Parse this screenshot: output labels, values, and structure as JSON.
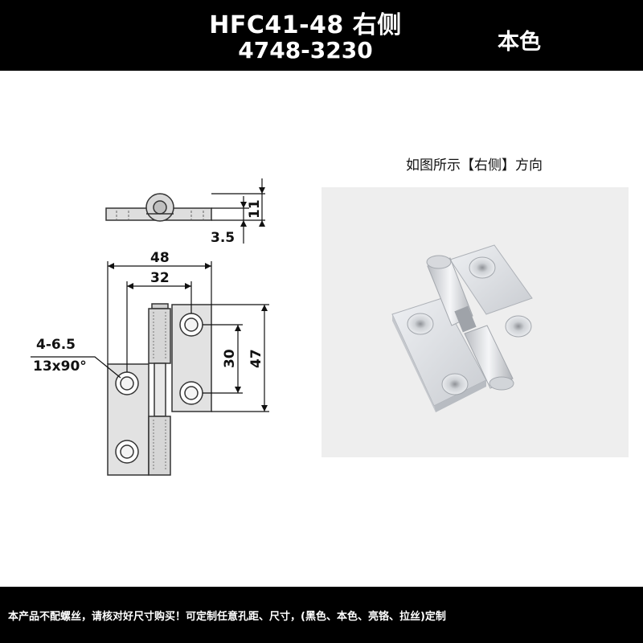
{
  "header": {
    "model": "HFC41-48  右侧",
    "part_number": "4748-3230",
    "finish": "本色"
  },
  "drawing": {
    "dims": {
      "height": "11",
      "thickness": "3.5",
      "overall_width": "48",
      "hole_spacing_x": "32",
      "hole_spacing_y": "30",
      "overall_height": "47",
      "hole_spec_line1": "4-6.5",
      "hole_spec_line2": "13x90°"
    }
  },
  "photo": {
    "caption": "如图所示【右侧】方向"
  },
  "footer": {
    "notice": "本产品不配螺丝，请核对好尺寸购买！可定制任意孔距、尺寸，(黑色、本色、亮铬、拉丝)定制"
  }
}
